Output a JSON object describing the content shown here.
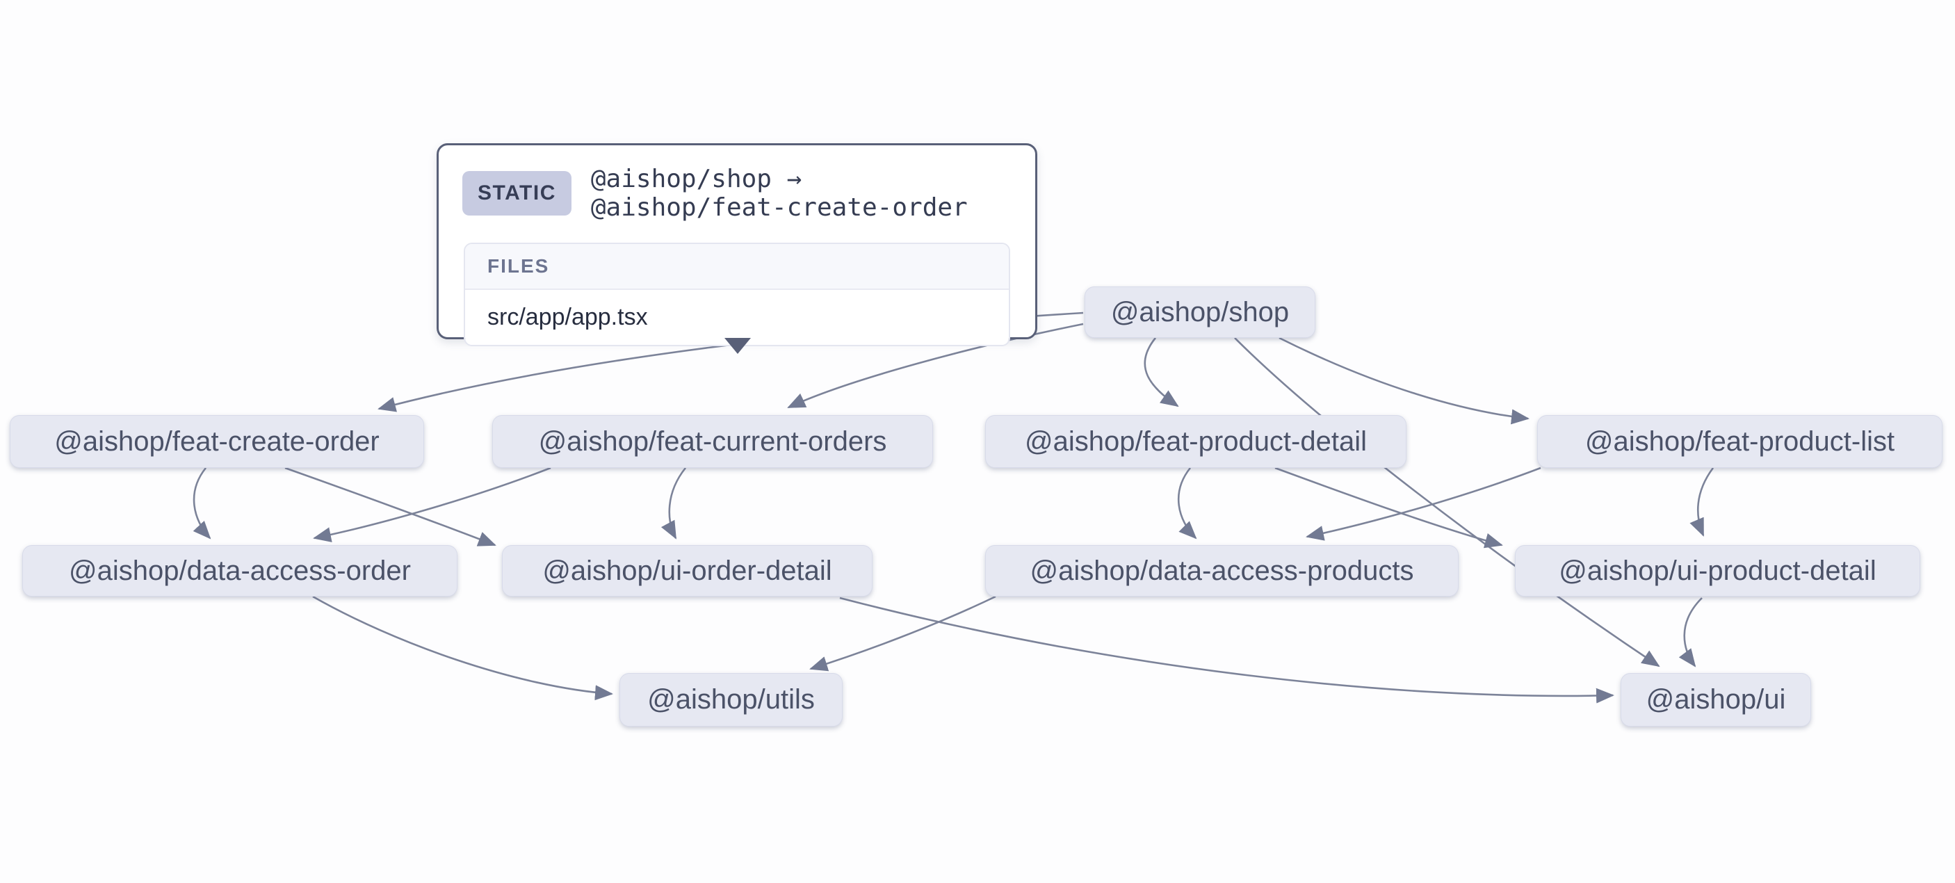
{
  "canvas": {
    "background": "#fdfdfe",
    "node_fill": "#e6e8f2",
    "node_text_color": "#4b5268",
    "edge_color": "#7c8399",
    "tooltip_border_color": "#596078",
    "badge_background": "#c7cbe1"
  },
  "tooltip": {
    "type_label": "STATIC",
    "relation": "@aishop/shop → @aishop/feat-create-order",
    "files_header": "FILES",
    "files": [
      "src/app/app.tsx"
    ]
  },
  "graph": {
    "nodes": [
      {
        "id": "shop",
        "label": "@aishop/shop"
      },
      {
        "id": "feat-create-order",
        "label": "@aishop/feat-create-order"
      },
      {
        "id": "feat-current-orders",
        "label": "@aishop/feat-current-orders"
      },
      {
        "id": "feat-product-detail",
        "label": "@aishop/feat-product-detail"
      },
      {
        "id": "feat-product-list",
        "label": "@aishop/feat-product-list"
      },
      {
        "id": "data-access-order",
        "label": "@aishop/data-access-order"
      },
      {
        "id": "ui-order-detail",
        "label": "@aishop/ui-order-detail"
      },
      {
        "id": "data-access-products",
        "label": "@aishop/data-access-products"
      },
      {
        "id": "ui-product-detail",
        "label": "@aishop/ui-product-detail"
      },
      {
        "id": "utils",
        "label": "@aishop/utils"
      },
      {
        "id": "ui",
        "label": "@aishop/ui"
      }
    ],
    "edges": [
      {
        "source": "shop",
        "target": "feat-create-order",
        "type": "static"
      },
      {
        "source": "shop",
        "target": "feat-current-orders",
        "type": "static"
      },
      {
        "source": "shop",
        "target": "feat-product-detail",
        "type": "static"
      },
      {
        "source": "shop",
        "target": "feat-product-list",
        "type": "static"
      },
      {
        "source": "shop",
        "target": "ui",
        "type": "static"
      },
      {
        "source": "feat-create-order",
        "target": "data-access-order",
        "type": "static"
      },
      {
        "source": "feat-create-order",
        "target": "ui-order-detail",
        "type": "static"
      },
      {
        "source": "feat-current-orders",
        "target": "data-access-order",
        "type": "static"
      },
      {
        "source": "feat-current-orders",
        "target": "ui-order-detail",
        "type": "static"
      },
      {
        "source": "feat-product-detail",
        "target": "data-access-products",
        "type": "static"
      },
      {
        "source": "feat-product-detail",
        "target": "ui-product-detail",
        "type": "static"
      },
      {
        "source": "feat-product-list",
        "target": "data-access-products",
        "type": "static"
      },
      {
        "source": "feat-product-list",
        "target": "ui-product-detail",
        "type": "static"
      },
      {
        "source": "data-access-order",
        "target": "utils",
        "type": "static"
      },
      {
        "source": "data-access-products",
        "target": "utils",
        "type": "static"
      },
      {
        "source": "ui-order-detail",
        "target": "ui",
        "type": "static"
      },
      {
        "source": "ui-product-detail",
        "target": "ui",
        "type": "static"
      }
    ]
  }
}
